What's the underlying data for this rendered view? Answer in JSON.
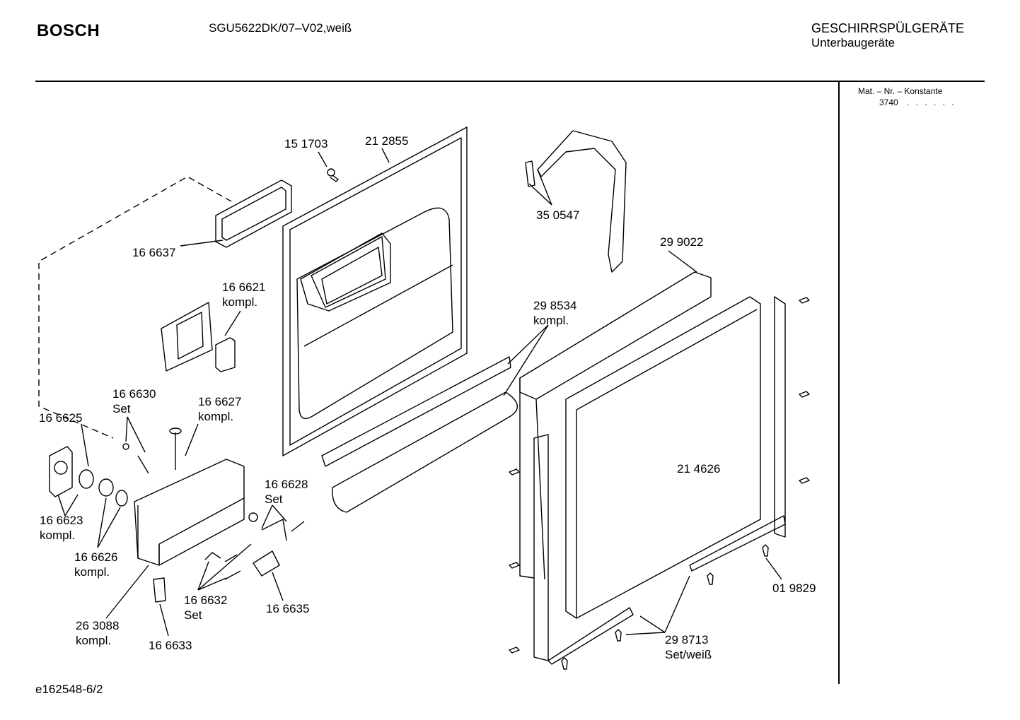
{
  "header": {
    "brand": "BOSCH",
    "model": "SGU5622DK/07–V02,weiß",
    "category": "GESCHIRRSPÜLGERÄTE",
    "subcategory": "Unterbaugeräte"
  },
  "side_panel": {
    "mat_label": "Mat. – Nr. – Konstante",
    "mat_value": "3740",
    "mat_dots": ". . . . . ."
  },
  "footer": {
    "drawing_id": "e162548-6/2"
  },
  "parts": [
    {
      "line1": "15 1703",
      "line2": ""
    },
    {
      "line1": "21 2855",
      "line2": ""
    },
    {
      "line1": "35 0547",
      "line2": ""
    },
    {
      "line1": "29 9022",
      "line2": ""
    },
    {
      "line1": "16 6637",
      "line2": ""
    },
    {
      "line1": "16 6621",
      "line2": "kompl."
    },
    {
      "line1": "29 8534",
      "line2": "kompl."
    },
    {
      "line1": "16 6630",
      "line2": "Set"
    },
    {
      "line1": "16 6627",
      "line2": "kompl."
    },
    {
      "line1": "16 6625",
      "line2": ""
    },
    {
      "line1": "21 4626",
      "line2": ""
    },
    {
      "line1": "16 6628",
      "line2": "Set"
    },
    {
      "line1": "16 6623",
      "line2": "kompl."
    },
    {
      "line1": "16 6626",
      "line2": "kompl."
    },
    {
      "line1": "01 9829",
      "line2": ""
    },
    {
      "line1": "16 6632",
      "line2": "Set"
    },
    {
      "line1": "16 6635",
      "line2": ""
    },
    {
      "line1": "26 3088",
      "line2": "kompl."
    },
    {
      "line1": "16 6633",
      "line2": ""
    },
    {
      "line1": "29 8713",
      "line2": "Set/weiß"
    }
  ]
}
